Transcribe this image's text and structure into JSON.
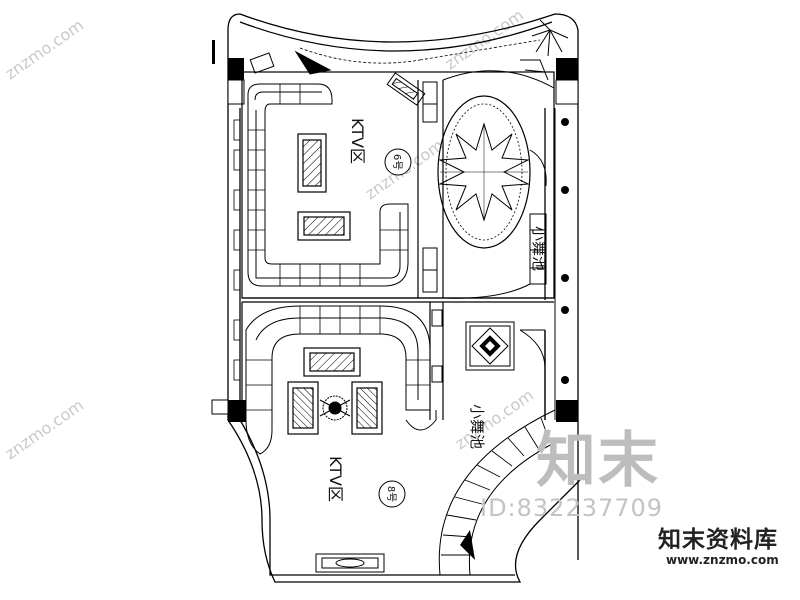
{
  "plan": {
    "room_upper": {
      "name": "KTV区",
      "number": "6号"
    },
    "room_lower": {
      "name": "KTV区",
      "number": "8号"
    },
    "dance_upper": "小舞池",
    "dance_lower": "小舞池"
  },
  "watermark": {
    "site_text": "znzmo.com",
    "brand_logo": "知末",
    "brand_name": "知末资料库",
    "brand_url": "www.znzmo.com",
    "image_id": "ID:832237709"
  }
}
